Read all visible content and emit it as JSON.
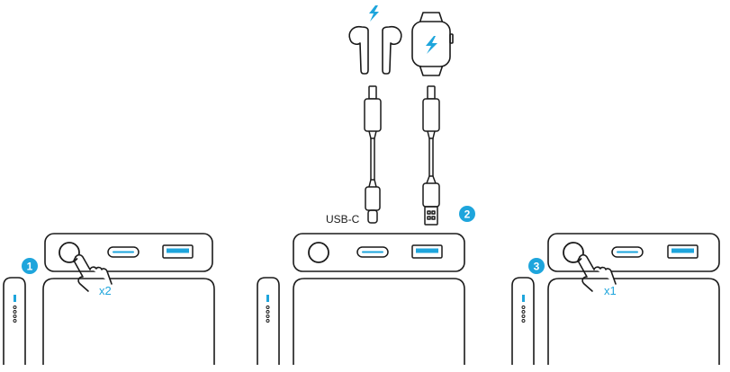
{
  "labels": {
    "usb_c": "USB-C",
    "tap_twice": "x2",
    "tap_once": "x1"
  },
  "steps": {
    "step1": "1",
    "step2": "2",
    "step3": "3"
  },
  "colors": {
    "accent": "#1ea5dc",
    "line": "#1a1a1a"
  },
  "icons": {
    "earbuds": "earbuds-icon",
    "watch": "smartwatch-icon",
    "bolt": "lightning-bolt-icon",
    "hand": "finger-press-icon"
  }
}
